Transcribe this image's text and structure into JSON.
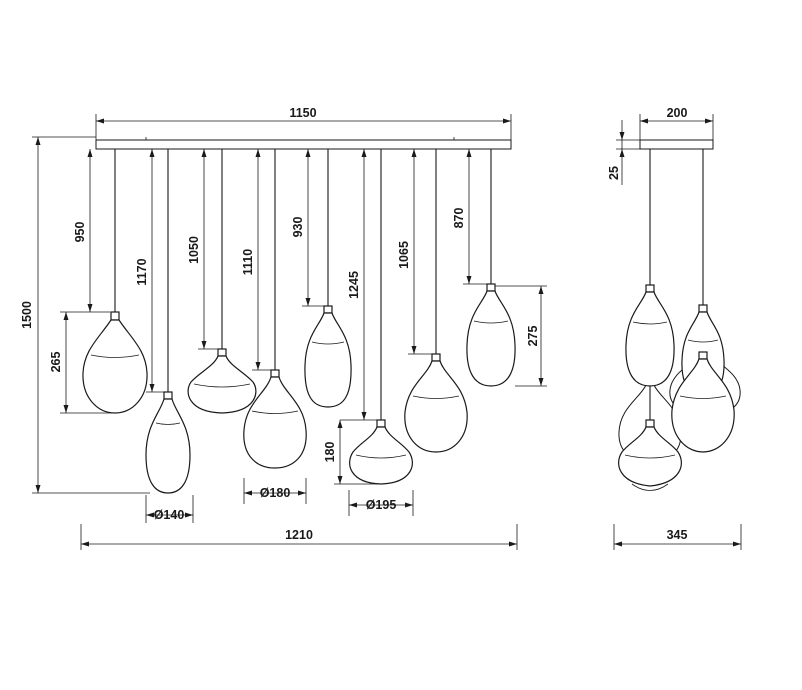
{
  "front_view": {
    "canopy_width": "1150",
    "total_width": "1210",
    "total_height": "1500",
    "drops": [
      "950",
      "1170",
      "1050",
      "1110",
      "930",
      "1245",
      "1065",
      "870"
    ],
    "shade_heights": {
      "large_globe": "265",
      "teardrop": "275",
      "flat_bowl": "180"
    },
    "diameters": {
      "narrow": "Ø140",
      "medium": "Ø180",
      "wide": "Ø195"
    }
  },
  "side_view": {
    "canopy_width": "200",
    "canopy_height": "25",
    "depth": "345"
  },
  "colors": {
    "line": "#1a1a1a",
    "background": "#ffffff"
  }
}
